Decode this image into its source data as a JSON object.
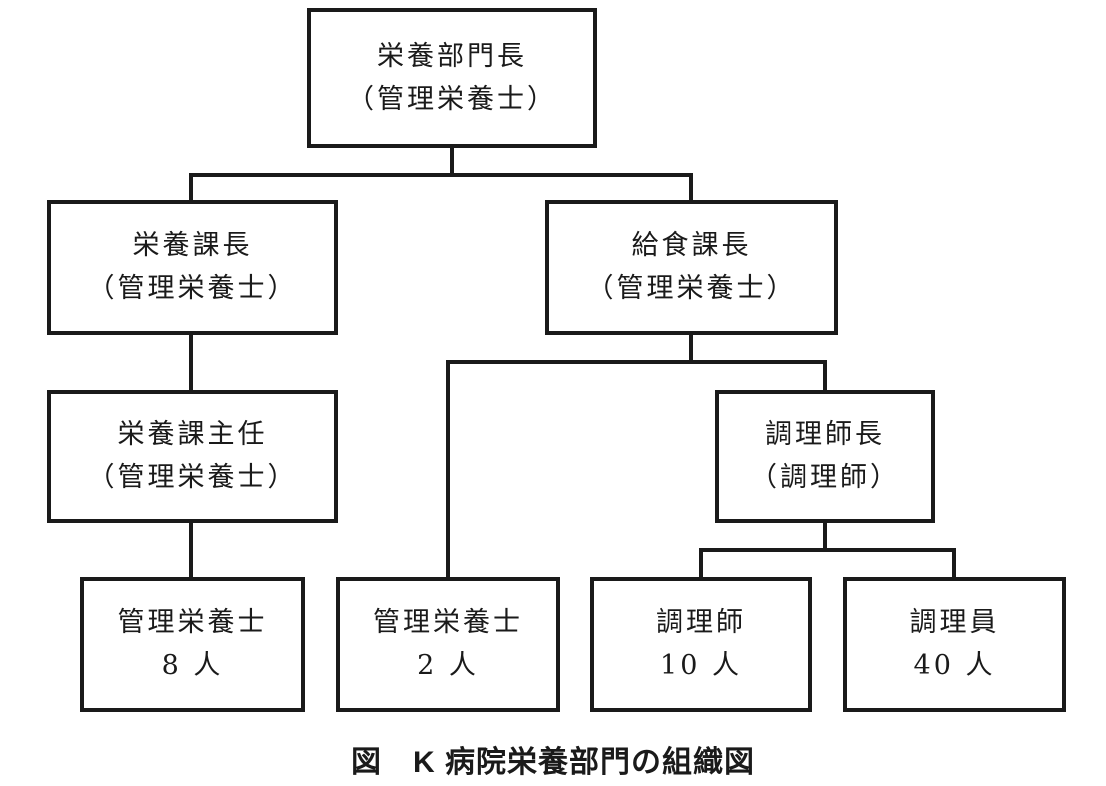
{
  "figure": {
    "caption": "図　K 病院栄養部門の組織図",
    "colors": {
      "line": "#1a1a1a",
      "background": "#ffffff",
      "text": "#1a1a1a"
    }
  },
  "org_chart": {
    "nodes": [
      {
        "id": "dept-head",
        "title": "栄養部門長",
        "subtitle": "（管理栄養士）"
      },
      {
        "id": "nutrition-chief",
        "title": "栄養課長",
        "subtitle": "（管理栄養士）"
      },
      {
        "id": "foodservice-chief",
        "title": "給食課長",
        "subtitle": "（管理栄養士）"
      },
      {
        "id": "nutrition-supervisor",
        "title": "栄養課主任",
        "subtitle": "（管理栄養士）"
      },
      {
        "id": "head-chef",
        "title": "調理師長",
        "subtitle": "（調理師）"
      },
      {
        "id": "dietitians-8",
        "title": "管理栄養士",
        "subtitle": "8 人"
      },
      {
        "id": "dietitians-2",
        "title": "管理栄養士",
        "subtitle": "2 人"
      },
      {
        "id": "cooks-10",
        "title": "調理師",
        "subtitle": "10 人"
      },
      {
        "id": "kitchen-staff-40",
        "title": "調理員",
        "subtitle": "40 人"
      }
    ],
    "edges": [
      {
        "from": "dept-head",
        "to": "nutrition-chief"
      },
      {
        "from": "dept-head",
        "to": "foodservice-chief"
      },
      {
        "from": "nutrition-chief",
        "to": "nutrition-supervisor"
      },
      {
        "from": "nutrition-supervisor",
        "to": "dietitians-8"
      },
      {
        "from": "foodservice-chief",
        "to": "dietitians-2"
      },
      {
        "from": "foodservice-chief",
        "to": "head-chef"
      },
      {
        "from": "head-chef",
        "to": "cooks-10"
      },
      {
        "from": "head-chef",
        "to": "kitchen-staff-40"
      }
    ]
  }
}
